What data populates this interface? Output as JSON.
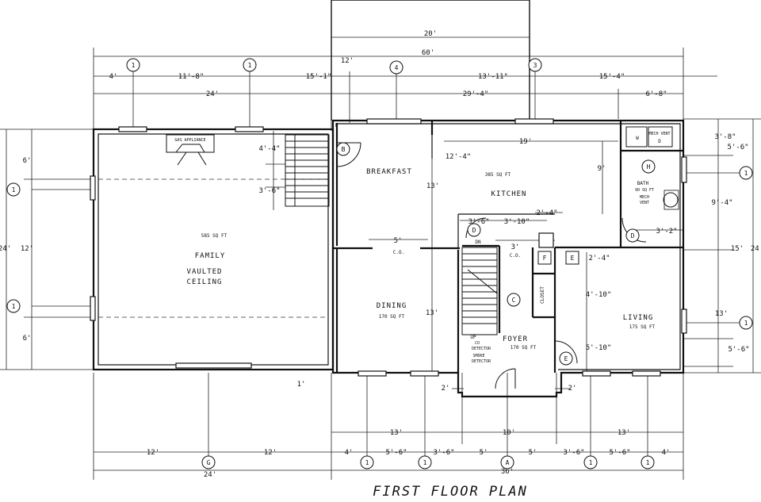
{
  "title": "FIRST FLOOR PLAN",
  "rooms": {
    "family": {
      "area": "585 SQ FT",
      "name": "FAMILY",
      "note1": "VAULTED",
      "note2": "CEILING"
    },
    "breakfast": {
      "name": "BREAKFAST"
    },
    "kitchen": {
      "area": "385 SQ FT",
      "name": "KITCHEN"
    },
    "bath": {
      "name": "BATH",
      "area": "90 SQ FT",
      "note1": "MECH",
      "note2": "VENT"
    },
    "dining": {
      "name": "DINING",
      "area": "170 SQ FT"
    },
    "living": {
      "name": "LIVING",
      "area": "175 SQ FT"
    },
    "foyer": {
      "name": "FOYER",
      "area": "170 SQ FT"
    },
    "closet": {
      "name": "CLOSET"
    }
  },
  "labels": {
    "gas_appliance": "GAS APPLIANCE",
    "mech_vent": "MECH VENT",
    "dn": "DN",
    "up": "UP",
    "co": "CO",
    "detector": "DETECTOR",
    "smoke": "SMOKE",
    "co_opening_1": "C.O.",
    "co_opening_2": "C.O.",
    "washer": "W",
    "dryer": "D"
  },
  "markers": {
    "b": "B",
    "d1": "D",
    "d2": "D",
    "c": "C",
    "e": "E",
    "f": "F",
    "e2": "E",
    "h": "H",
    "a": "A",
    "g": "G",
    "one": "1",
    "three": "3",
    "four": "4"
  },
  "dims_top": {
    "d20": "20'",
    "d12": "12'",
    "d60": "60'",
    "d4": "4'",
    "d11_8": "11'-8\"",
    "d15_1": "15'-1\"",
    "d13_11": "13'-11\"",
    "d15_4": "15'-4\"",
    "d24": "24'",
    "d29_4": "29'-4\"",
    "d6_8": "6'-8\""
  },
  "dims_interior": {
    "d4_4": "4'-4\"",
    "d3_6a": "3'-6\"",
    "d12_4": "12'-4\"",
    "d19": "19'",
    "d9": "9'",
    "d13a": "13'",
    "d13b": "13'",
    "d13c": "13'",
    "d5": "5'",
    "d3_6b": "3'-6\"",
    "d3_10": "3'-10\"",
    "d2_4a": "2'-4\"",
    "d3": "3'",
    "d2_4b": "2'-4\"",
    "d4_10": "4'-10\"",
    "d5_10": "5'-10\"",
    "d3_2": "3'-2\"",
    "d2a": "2'",
    "d2b": "2'",
    "d1": "1'"
  },
  "dims_left": {
    "d6a": "6'",
    "d12": "12'",
    "d6b": "6'",
    "d24": "24'"
  },
  "dims_right": {
    "d3_8": "3'-8\"",
    "d5_6a": "5'-6\"",
    "d9_4": "9'-4\"",
    "d15": "15'",
    "d24": "24'",
    "d13": "13'",
    "d5_6b": "5'-6\""
  },
  "dims_bottom": {
    "d13a": "13'",
    "d10": "10'",
    "d13b": "13'",
    "d12a": "12'",
    "d12b": "12'",
    "d4a": "4'",
    "d5_6a": "5'-6\"",
    "d3_6a": "3'-6\"",
    "d5a": "5'",
    "d5b": "5'",
    "d3_6b": "3'-6\"",
    "d5_6b": "5'-6\"",
    "d4b": "4'",
    "d24": "24'",
    "d36": "36'"
  }
}
